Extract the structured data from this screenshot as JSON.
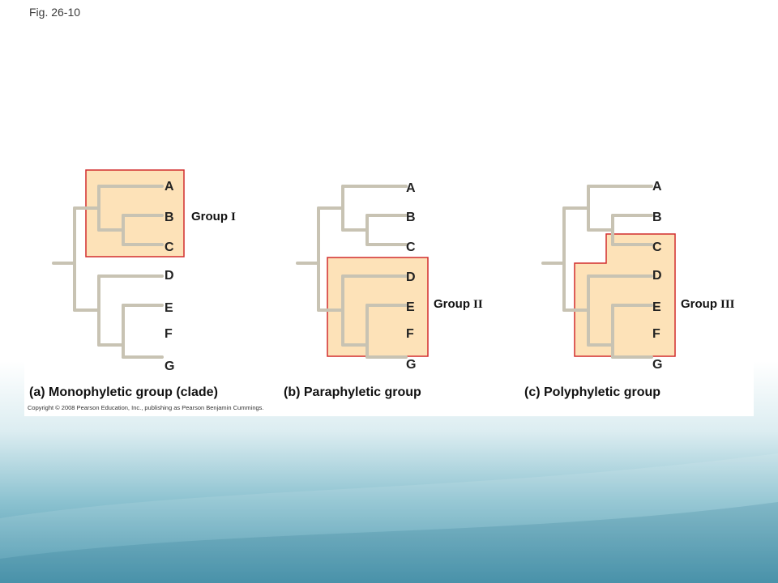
{
  "fig_label": "Fig. 26-10",
  "colors": {
    "branch": "#c8c3b3",
    "group_fill": "#fde2b8",
    "group_stroke": "#d22d2d",
    "background_light": "#ffffff",
    "background_teal": "#3f8fa8"
  },
  "panels": [
    {
      "caption": "(a) Monophyletic group (clade)",
      "group_word": "Group",
      "group_numeral": "I",
      "leaves": [
        "A",
        "B",
        "C",
        "D",
        "E",
        "F",
        "G"
      ]
    },
    {
      "caption": "(b) Paraphyletic group",
      "group_word": "Group",
      "group_numeral": "II",
      "leaves": [
        "A",
        "B",
        "C",
        "D",
        "E",
        "F",
        "G"
      ]
    },
    {
      "caption": "(c) Polyphyletic group",
      "group_word": "Group",
      "group_numeral": "III",
      "leaves": [
        "A",
        "B",
        "C",
        "D",
        "E",
        "F",
        "G"
      ]
    }
  ],
  "copyright": "Copyright © 2008 Pearson Education, Inc., publishing as Pearson Benjamin Cummings."
}
